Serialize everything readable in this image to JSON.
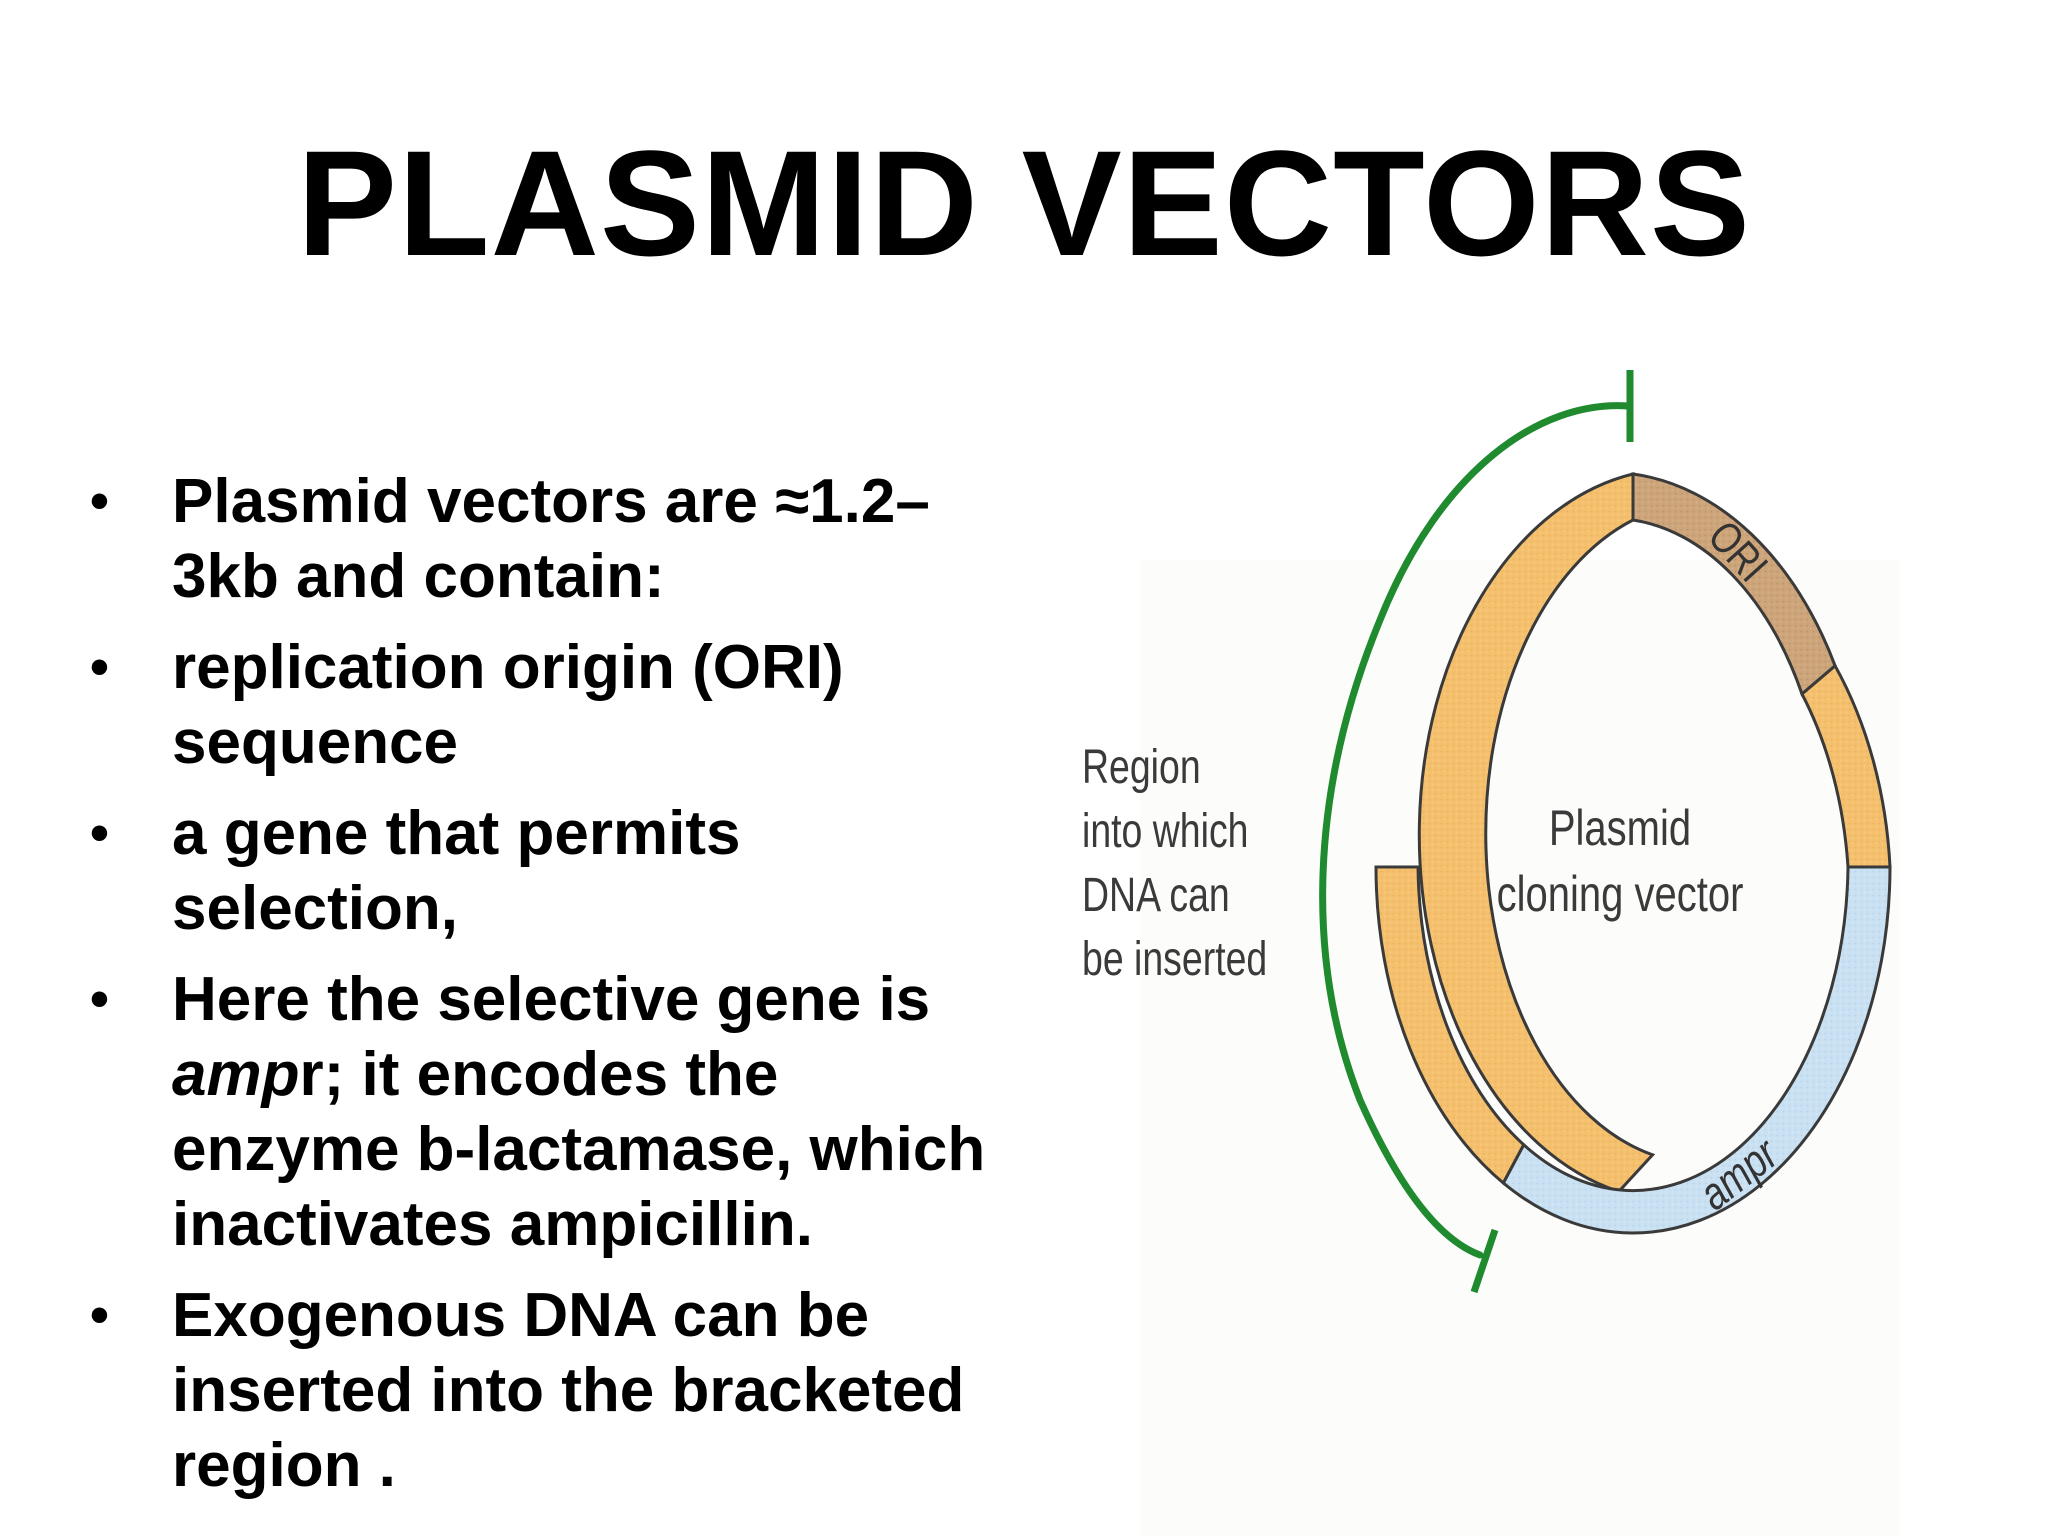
{
  "slide": {
    "title": "PLASMID VECTORS",
    "bullets": [
      {
        "parts": [
          "Plasmid vectors are ≈1.2–",
          "3kb  and contain:"
        ]
      },
      {
        "parts": [
          "replication origin (ORI)",
          "sequence"
        ]
      },
      {
        "parts": [
          "a gene that permits",
          "selection,"
        ]
      },
      {
        "parts": [
          "Here the selective gene is",
          "amp",
          "r; it encodes the",
          "enzyme b-lactamase, which",
          "inactivates ampicillin."
        ]
      },
      {
        "parts": [
          "Exogenous DNA can be",
          "inserted into the bracketed",
          "region ."
        ]
      }
    ],
    "bullet_symbol": "•"
  },
  "diagram": {
    "region_label": [
      "Region",
      "into which",
      "DNA can",
      "be inserted"
    ],
    "center_label": [
      "Plasmid",
      "cloning vector"
    ],
    "ori_label": "ORI",
    "amp_label": "ampr",
    "colors": {
      "insert_region": "#f5c06e",
      "ori_segment": "#cda57a",
      "amp_segment": "#c9e1f2",
      "bracket": "#1f8a2e",
      "outline": "#3a3a3a"
    }
  }
}
